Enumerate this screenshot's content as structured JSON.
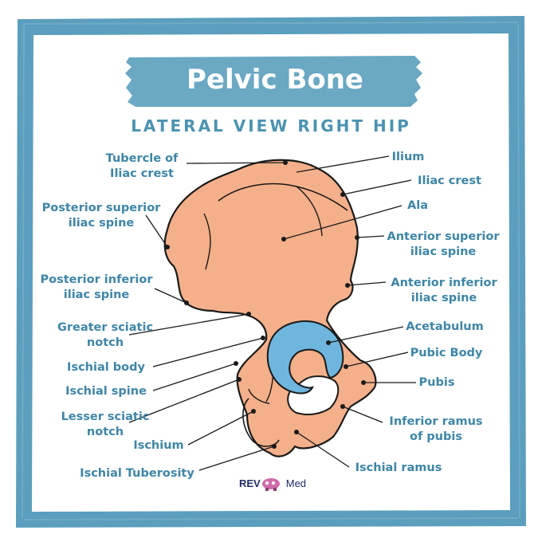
{
  "title": "Pelvic Bone",
  "subtitle": "LATERAL VIEW RIGHT HIP",
  "colors": {
    "frame": "#5b9ebd",
    "title_band": "#6aa8c4",
    "bone_fill": "#f4b08a",
    "acetabulum": "#6fb6de",
    "label_text": "#3d86a8",
    "outline": "#1a1a1a"
  },
  "labels": {
    "tubercle_of_iliac_crest": [
      "Tubercle of",
      "Iliac crest"
    ],
    "posterior_superior_iliac_spine": [
      "Posterior superior",
      "iliac spine"
    ],
    "posterior_inferior_iliac_spine": [
      "Posterior inferior",
      "iliac spine"
    ],
    "greater_sciatic_notch": [
      "Greater sciatic",
      "notch"
    ],
    "ischial_body": [
      "Ischial body"
    ],
    "ischial_spine": [
      "Ischial spine"
    ],
    "lesser_sciatic_notch": [
      "Lesser sciatic",
      "notch"
    ],
    "ischium": [
      "Ischium"
    ],
    "ischial_tuberosity": [
      "Ischial Tuberosity"
    ],
    "ilium": [
      "Ilium"
    ],
    "iliac_crest": [
      "Iliac crest"
    ],
    "ala": [
      "Ala"
    ],
    "anterior_superior_iliac_spine": [
      "Anterior superior",
      "iliac spine"
    ],
    "anterior_inferior_iliac_spine": [
      "Anterior inferior",
      "iliac spine"
    ],
    "acetabulum": [
      "Acetabulum"
    ],
    "pubic_body": [
      "Pubic Body"
    ],
    "pubis": [
      "Pubis"
    ],
    "inferior_ramus_of_pubis": [
      "Inferior ramus",
      "of pubis"
    ],
    "ischial_ramus": [
      "Ischial ramus"
    ]
  },
  "logo": {
    "brand": "REV",
    "suffix": "Med",
    "icon": "robot-mascot-icon"
  }
}
